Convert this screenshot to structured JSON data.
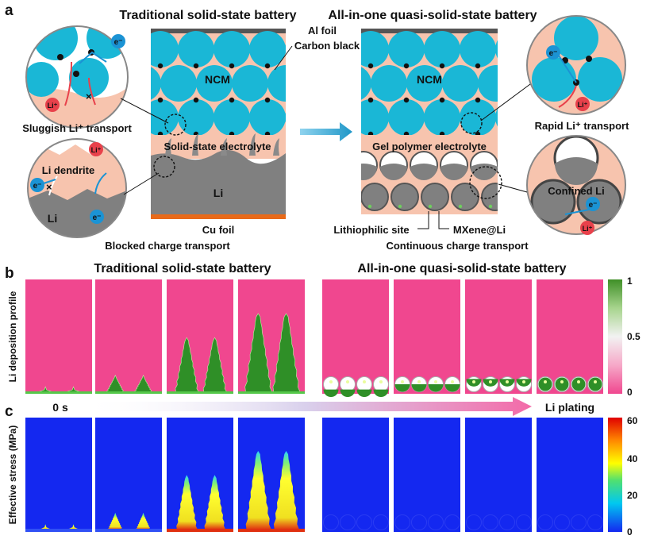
{
  "panels": {
    "a": "a",
    "b": "b",
    "c": "c"
  },
  "titles": {
    "traditional": "Traditional solid-state battery",
    "allinone": "All-in-one quasi-solid-state battery"
  },
  "labels": {
    "al_foil": "Al foil",
    "carbon_black": "Carbon black",
    "ncm": "NCM",
    "solid_electrolyte": "Solid-state electrolyte",
    "gel_electrolyte": "Gel polymer electrolyte",
    "li": "Li",
    "cu_foil": "Cu foil",
    "sluggish": "Sluggish Li⁺ transport",
    "rapid": "Rapid Li⁺ transport",
    "li_dendrite": "Li dendrite",
    "li_small": "Li",
    "blocked": "Blocked charge transport",
    "continuous": "Continuous charge transport",
    "lithiophilic": "Lithiophilic site",
    "mxene": "MXene@Li",
    "confined": "Confined Li",
    "eminus": "e⁻",
    "liplus": "Li⁺",
    "x_mark": "×"
  },
  "b": {
    "ylabel": "Li deposition profile",
    "colorbar_ticks": [
      "1",
      "0.5",
      "0"
    ],
    "time_start": "0 s",
    "time_end": "Li plating",
    "dendrite_heights": [
      0.02,
      0.12,
      0.45,
      0.66
    ],
    "fill_levels": [
      0.15,
      0.5,
      0.85,
      1.0
    ]
  },
  "c": {
    "ylabel": "Effective stress (MPa)",
    "colorbar_ticks": [
      "60",
      "40",
      "20",
      "0"
    ],
    "stress_heights": [
      0.02,
      0.12,
      0.45,
      0.66
    ]
  },
  "colors": {
    "ncm": "#1ab7d6",
    "electrolyte": "#f7c4ae",
    "li_metal": "#808080",
    "al_foil": "#555555",
    "cu_foil": "#e86a1a",
    "deposition_bg": "#f0478f",
    "dendrite": "#2f8f27",
    "stress_bg": "#1428f0",
    "arrow": "#1f97c8",
    "electron": "#1b93d4",
    "li_ion": "#e8414b"
  }
}
